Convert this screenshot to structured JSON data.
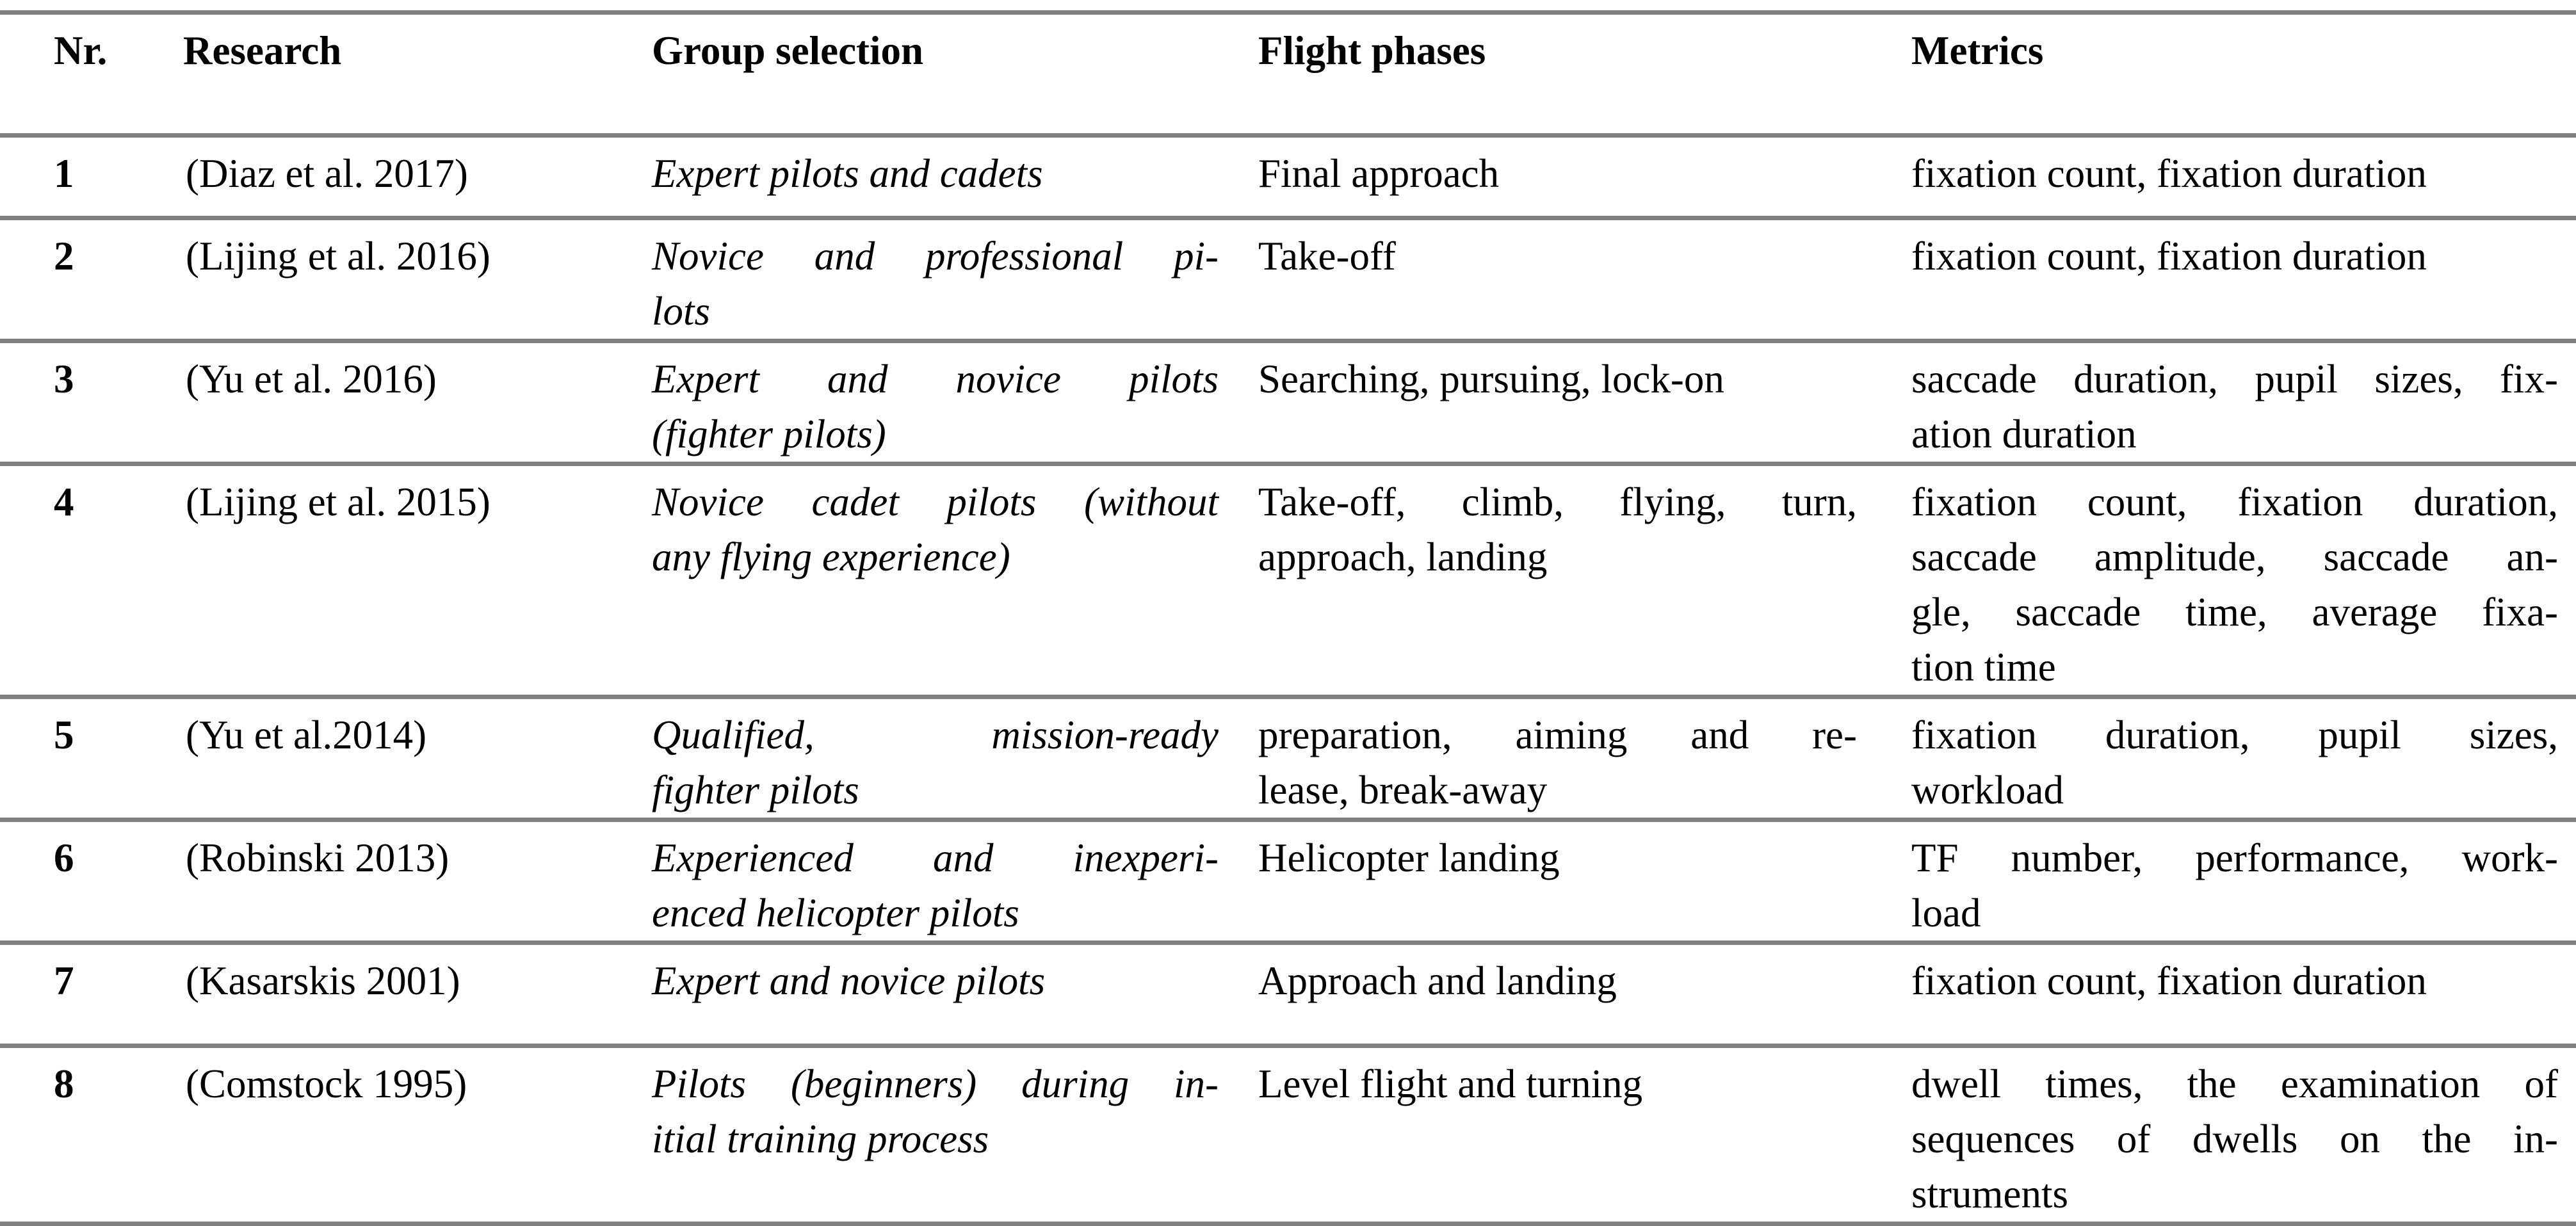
{
  "table": {
    "rule_color": "#808080",
    "columns": [
      "Nr.",
      "Research",
      "Group selection",
      "Flight phases",
      "Metrics"
    ],
    "rows": [
      {
        "nr": "1",
        "research": "(Diaz et al. 2017)",
        "group_selection": [
          "Expert pilots and cadets"
        ],
        "flight_phases": [
          "Final approach"
        ],
        "metrics": [
          "fixation count, fixation duration"
        ]
      },
      {
        "nr": "2",
        "research": "(Lijing et al. 2016)",
        "group_selection": [
          "Novice and professional pi-",
          "lots"
        ],
        "flight_phases": [
          "Take-off"
        ],
        "metrics": [
          "fixation count, fixation duration"
        ]
      },
      {
        "nr": "3",
        "research": "(Yu et al. 2016)",
        "group_selection": [
          "Expert and novice pilots",
          "(fighter pilots)"
        ],
        "flight_phases": [
          "Searching, pursuing, lock-on"
        ],
        "metrics": [
          "saccade duration, pupil sizes, fix-",
          "ation duration"
        ]
      },
      {
        "nr": "4",
        "research": "(Lijing et al. 2015)",
        "group_selection": [
          "Novice cadet pilots (without",
          "any flying experience)"
        ],
        "flight_phases": [
          "Take-off, climb, flying, turn,",
          "approach, landing"
        ],
        "metrics": [
          "fixation count, fixation duration,",
          "saccade amplitude, saccade an-",
          "gle, saccade time, average fixa-",
          "tion time"
        ]
      },
      {
        "nr": "5",
        "research": "(Yu et al.2014)",
        "group_selection": [
          "Qualified, mission-ready",
          "fighter pilots"
        ],
        "flight_phases": [
          "preparation, aiming and re-",
          "lease, break-away"
        ],
        "metrics": [
          "fixation duration, pupil sizes,",
          "workload"
        ]
      },
      {
        "nr": "6",
        "research": "(Robinski 2013)",
        "group_selection": [
          "Experienced and inexperi-",
          "enced helicopter pilots"
        ],
        "flight_phases": [
          "Helicopter landing"
        ],
        "metrics": [
          "TF number, performance, work-",
          "load"
        ]
      },
      {
        "nr": "7",
        "research": "(Kasarskis 2001)",
        "group_selection": [
          "Expert and novice pilots"
        ],
        "flight_phases": [
          "Approach and landing"
        ],
        "metrics": [
          "fixation count, fixation duration"
        ]
      },
      {
        "nr": "8",
        "research": "(Comstock 1995)",
        "group_selection": [
          "Pilots (beginners) during in-",
          "itial training process"
        ],
        "flight_phases": [
          "Level flight and turning"
        ],
        "metrics": [
          "dwell times, the examination of",
          "sequences of dwells on the in-",
          "struments"
        ]
      }
    ]
  }
}
